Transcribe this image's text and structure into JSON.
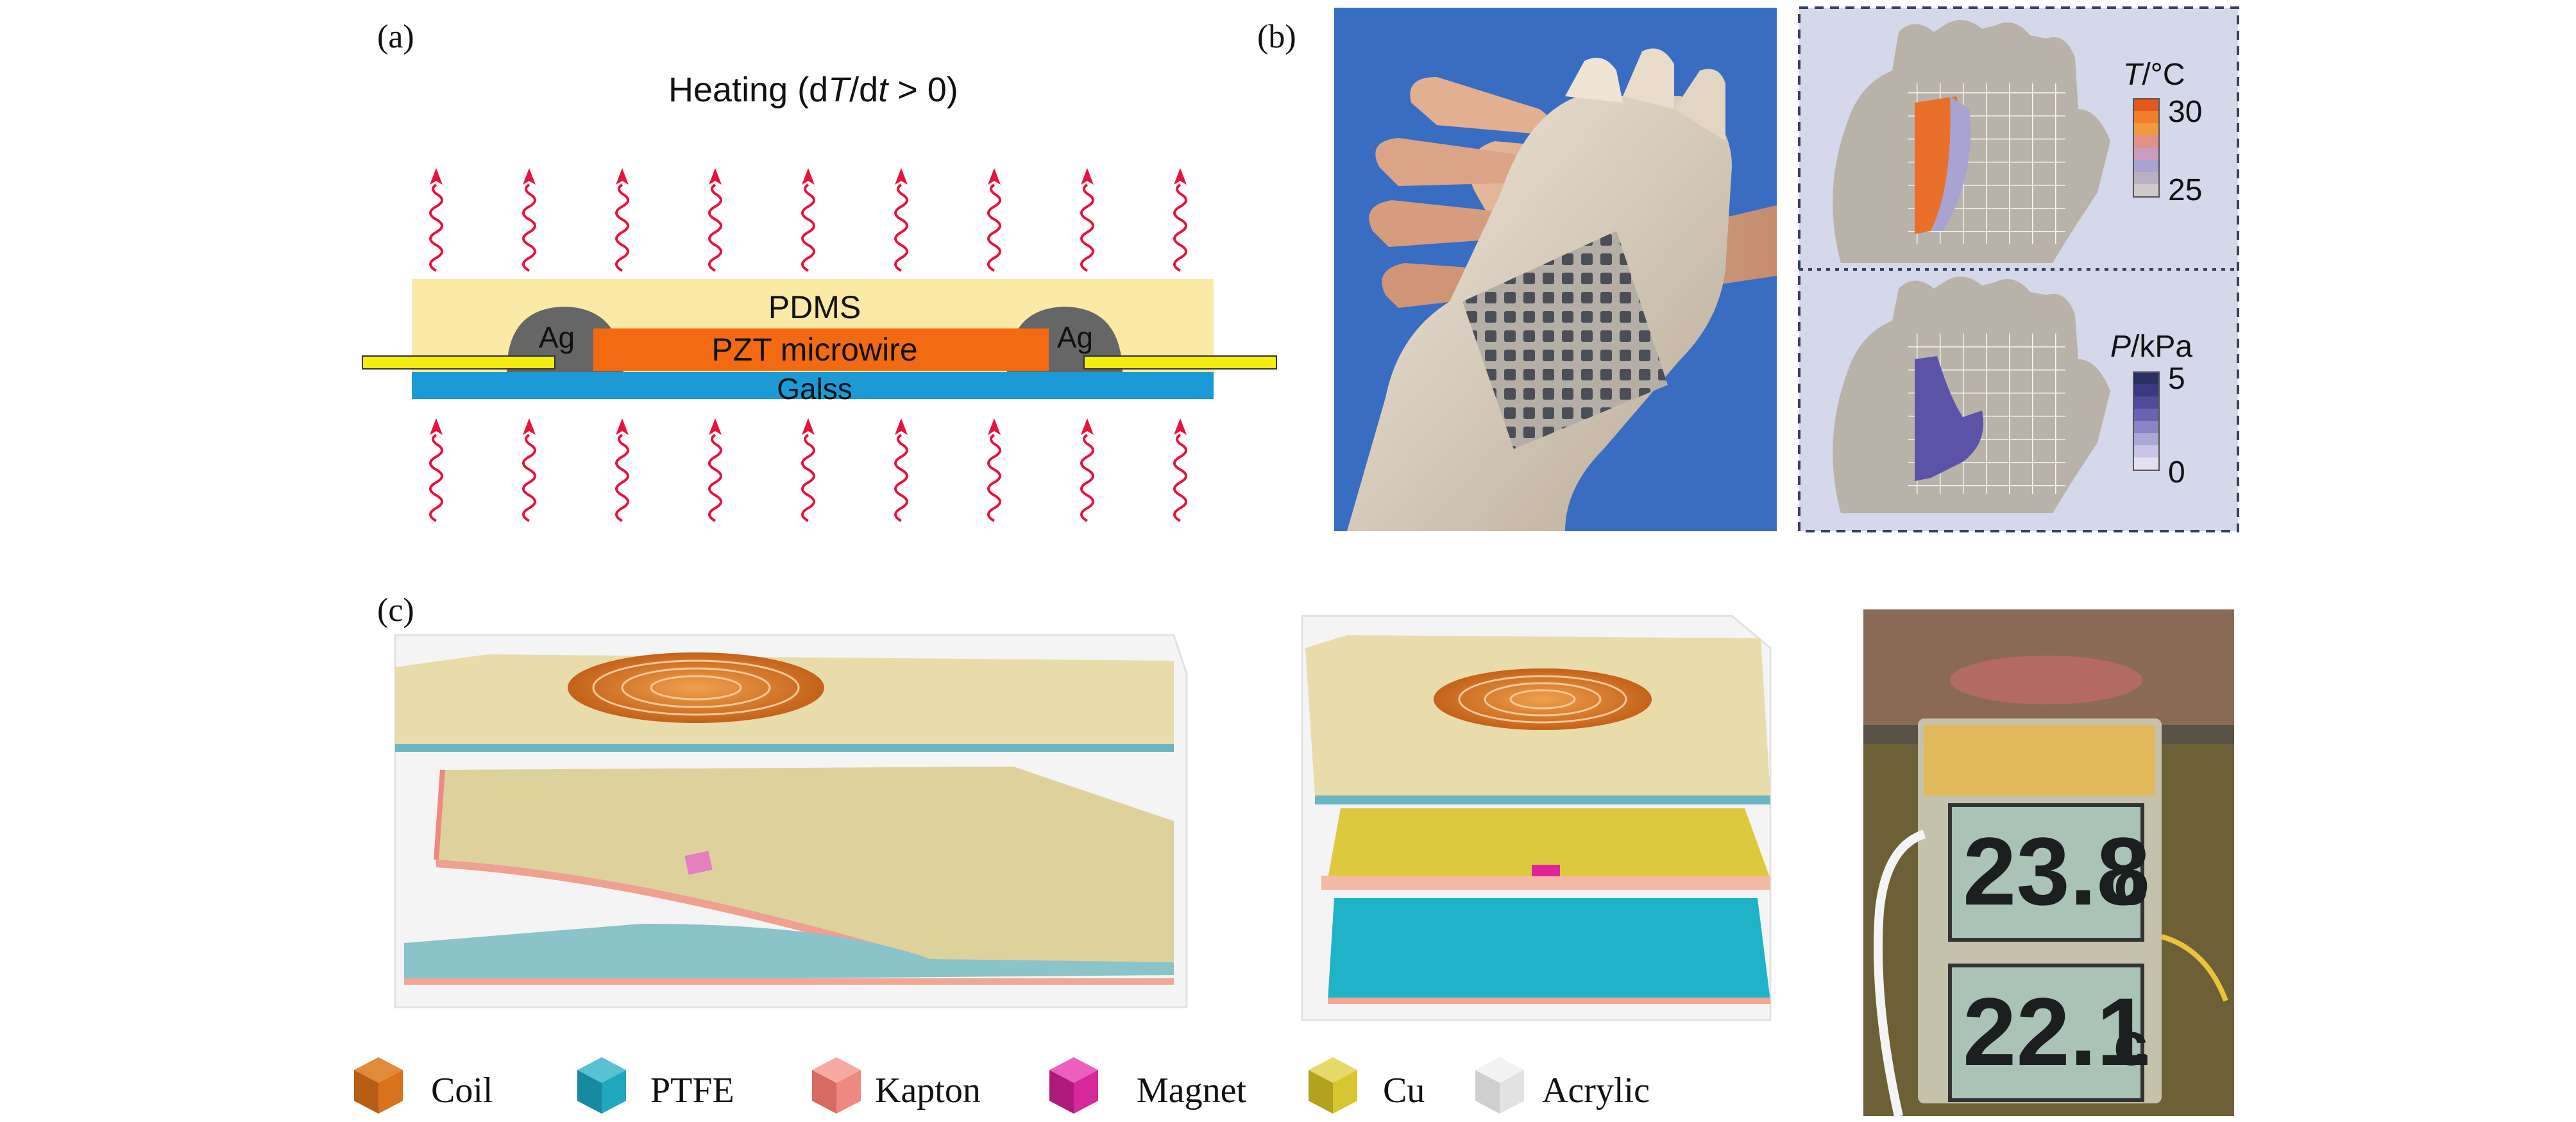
{
  "panel_a": {
    "label": "(a)",
    "title_pre": "Heating (d",
    "title_T": "T",
    "title_mid": "/d",
    "title_t": "t",
    "title_post": " > 0)",
    "layer_pdms": "PDMS",
    "layer_pzt": "PZT microwire",
    "layer_glass": "Galss",
    "electrode_left": "Ag",
    "electrode_right": "Ag",
    "colors": {
      "pdms": "#fbeaa6",
      "pzt": "#f26a12",
      "glass": "#1c9ad6",
      "ag": "#666666",
      "lead": "#f4ee10",
      "heat": "#e8123c"
    }
  },
  "panel_b": {
    "label": "(b)",
    "temp_var": "T",
    "temp_unit": "/°C",
    "temp_max": "30",
    "temp_min": "25",
    "pressure_var": "P",
    "pressure_unit": "/kPa",
    "pressure_max": "5",
    "pressure_min": "0",
    "temp_colors": [
      "#e4561c",
      "#ef7f2a",
      "#f09a40",
      "#e1908a",
      "#c99bbd",
      "#a9a3d2",
      "#bab0c2",
      "#cfc9c9"
    ],
    "pressure_colors": [
      "#2a2f64",
      "#3a3a82",
      "#504a9a",
      "#6962b1",
      "#8a84c6",
      "#aba7d6",
      "#c8c4e3",
      "#e4e0f0"
    ]
  },
  "panel_c": {
    "label": "(c)",
    "display_top": "23.8",
    "display_top_unit": "c",
    "display_bottom": "22.1",
    "display_bottom_unit": "c",
    "legend": [
      {
        "label": "Coil",
        "color": "#d8721c"
      },
      {
        "label": "PTFE",
        "color": "#21a6c0"
      },
      {
        "label": "Kapton",
        "color": "#ef8880"
      },
      {
        "label": "Magnet",
        "color": "#d6279b"
      },
      {
        "label": "Cu",
        "color": "#d7c531"
      },
      {
        "label": "Acrylic",
        "color": "#e2e2e2"
      }
    ]
  }
}
